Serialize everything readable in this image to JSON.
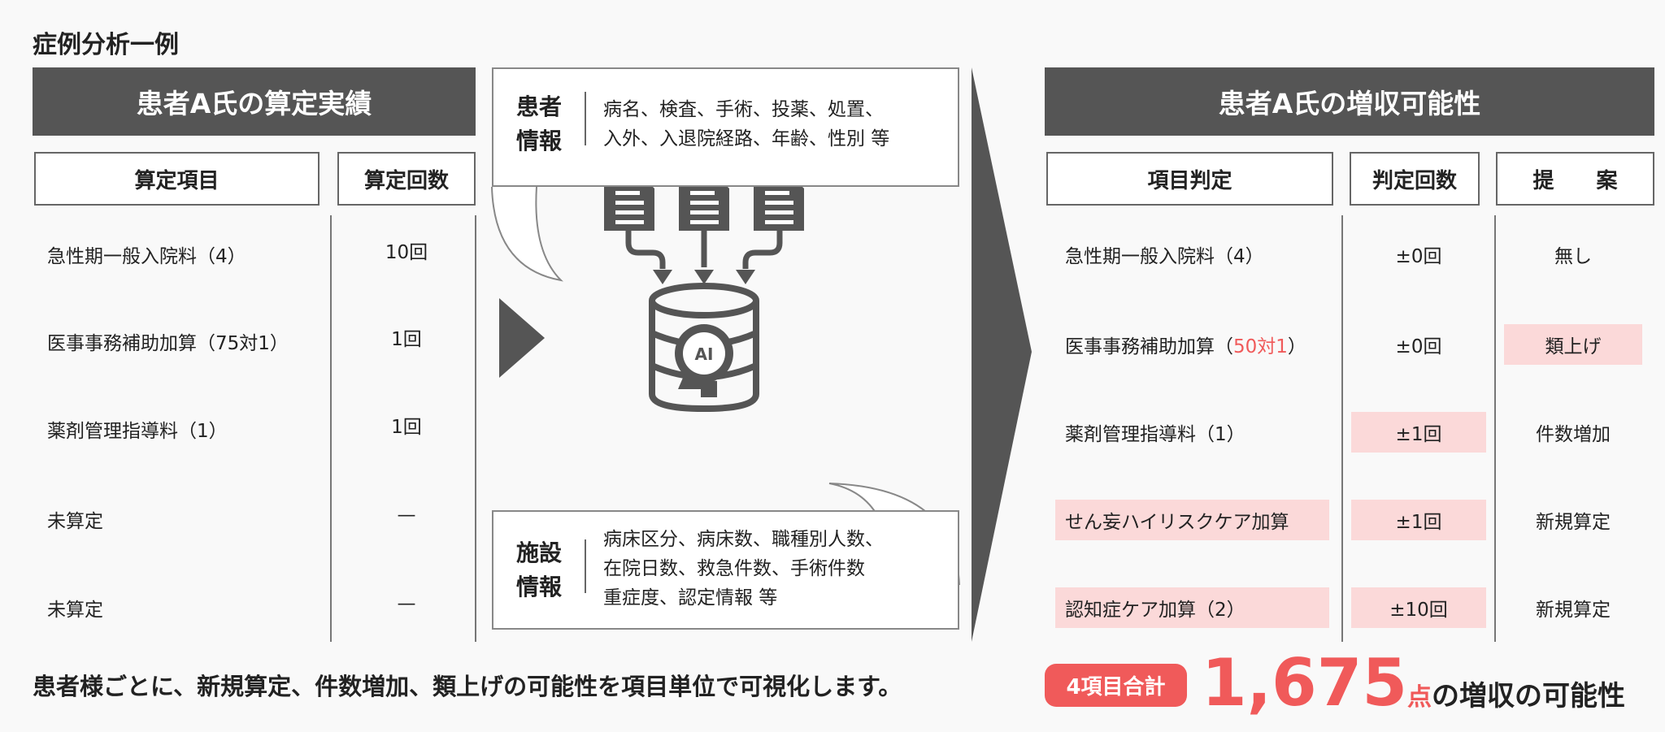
{
  "title": "症例分析一例",
  "left": {
    "header": "患者A氏の算定実績",
    "col1": "算定項目",
    "col2": "算定回数",
    "rows": [
      {
        "item": "急性期一般入院料（4）",
        "count": "10回"
      },
      {
        "item": "医事事務補助加算（75対1）",
        "count": "1回"
      },
      {
        "item": "薬剤管理指導料（1）",
        "count": "1回"
      },
      {
        "item": "未算定",
        "count": "—"
      },
      {
        "item": "未算定",
        "count": "—"
      }
    ]
  },
  "middle": {
    "patient_label_1": "患者",
    "patient_label_2": "情報",
    "patient_line1": "病名、検査、手術、投薬、処置、",
    "patient_line2": "入外、入退院経路、年齢、性別 等",
    "facility_label_1": "施設",
    "facility_label_2": "情報",
    "facility_line1": "病床区分、病床数、職種別人数、",
    "facility_line2": "在院日数、救急件数、手術件数",
    "facility_line3": "重症度、認定情報 等",
    "ai_label": "AI"
  },
  "right": {
    "header": "患者A氏の増収可能性",
    "col1": "項目判定",
    "col2": "判定回数",
    "col3": "提　　案",
    "rows": [
      {
        "item": "急性期一般入院料（4）",
        "count": "±0回",
        "proposal": "無し"
      },
      {
        "item_pre": "医事事務補助加算（",
        "item_red": "50対1",
        "item_post": "）",
        "count": "±0回",
        "proposal": "類上げ"
      },
      {
        "item": "薬剤管理指導料（1）",
        "count": "±1回",
        "proposal": "件数増加"
      },
      {
        "item": "せん妄ハイリスクケア加算",
        "count": "±1回",
        "proposal": "新規算定"
      },
      {
        "item": "認知症ケア加算（2）",
        "count": "±10回",
        "proposal": "新規算定"
      }
    ]
  },
  "footer": {
    "text": "患者様ごとに、新規算定、件数増加、類上げの可能性を項目単位で可視化します。",
    "badge": "4項目合計",
    "total": "1,675",
    "unit": "点",
    "suffix": "の増収の可能性"
  },
  "colors": {
    "dark": "#555555",
    "pink": "#fbd9d9",
    "red": "#f05a5a"
  }
}
